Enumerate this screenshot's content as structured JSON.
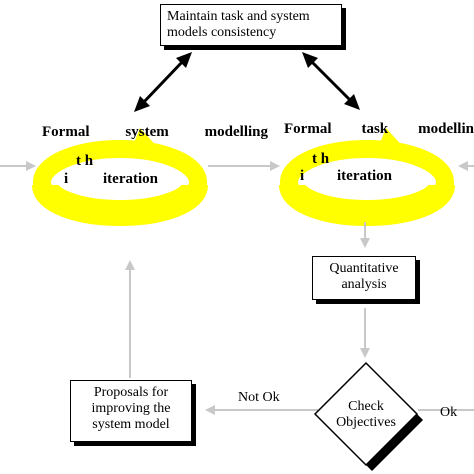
{
  "boxes": {
    "consistency": {
      "line1": "Maintain task and system",
      "line2": "models consistency"
    },
    "quantitative": {
      "line1": "Quantitative",
      "line2": "analysis"
    },
    "proposals": {
      "line1": "Proposals for",
      "line2": "improving the",
      "line3": "system model"
    }
  },
  "cycles": {
    "system": {
      "title_words": [
        "Formal",
        "system",
        "modelling"
      ],
      "th": "t h",
      "i": "i",
      "iteration": "iteration"
    },
    "task": {
      "title_words": [
        "Formal",
        "task",
        "modellin"
      ],
      "th": "t h",
      "i": "i",
      "iteration": "iteration"
    }
  },
  "decision": {
    "line1": "Check",
    "line2": "Objectives"
  },
  "edge_labels": {
    "not_ok": "Not Ok",
    "ok": "Ok"
  },
  "colors": {
    "cycle": "#ffff00",
    "arrow": "#c8c8c8",
    "outline": "#000000"
  }
}
